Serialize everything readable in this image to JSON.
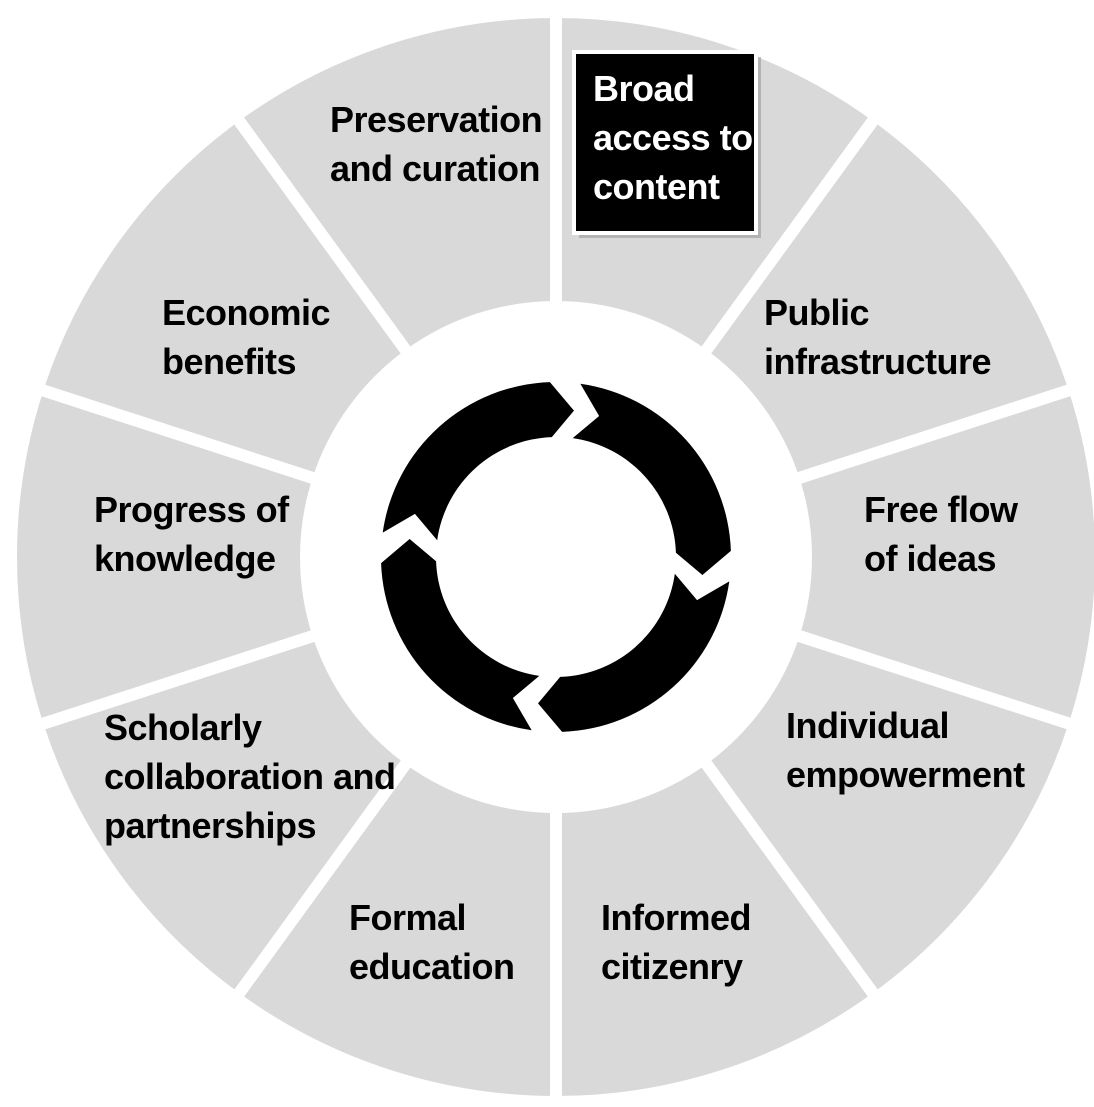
{
  "colors": {
    "segment_fill": "#d9d9d9",
    "separator": "#ffffff",
    "text": "#000000",
    "arrow": "#000000",
    "highlight_fill": "#000000",
    "highlight_text": "#ffffff",
    "highlight_border": "#ffffff"
  },
  "icons": {
    "center": "cycle-arrows-icon"
  },
  "highlight": {
    "lines": [
      "Broad",
      "access to",
      "content"
    ]
  },
  "segments": [
    {
      "name": "public-infrastructure",
      "lines": [
        "Public",
        "infrastructure"
      ]
    },
    {
      "name": "free-flow-of-ideas",
      "lines": [
        "Free flow",
        "of ideas"
      ]
    },
    {
      "name": "individual-empowerment",
      "lines": [
        "Individual",
        "empowerment"
      ]
    },
    {
      "name": "informed-citizenry",
      "lines": [
        "Informed",
        "citizenry"
      ]
    },
    {
      "name": "formal-education",
      "lines": [
        "Formal",
        "education"
      ]
    },
    {
      "name": "scholarly-collaboration",
      "lines": [
        "Scholarly",
        "collaboration and",
        "partnerships"
      ]
    },
    {
      "name": "progress-of-knowledge",
      "lines": [
        "Progress of",
        "knowledge"
      ]
    },
    {
      "name": "economic-benefits",
      "lines": [
        "Economic",
        "benefits"
      ]
    },
    {
      "name": "preservation-and-curation",
      "lines": [
        "Preservation",
        "and curation"
      ]
    },
    {
      "name": "broad-access",
      "lines": []
    }
  ]
}
